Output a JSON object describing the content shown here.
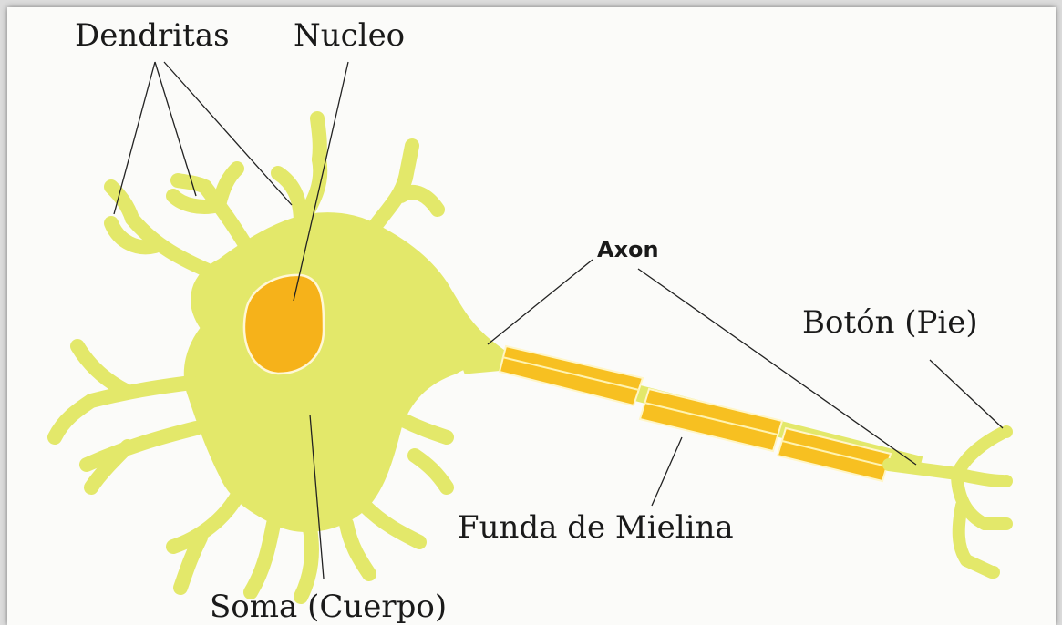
{
  "labels": {
    "dendrites": "Dendritas",
    "nucleus": "Nucleo",
    "axon": "Axon",
    "terminal": "Botón (Pie)",
    "myelin": "Funda de Mielina",
    "soma": "Soma (Cuerpo)"
  },
  "colors": {
    "cell_body": "#e3e86a",
    "nucleus": "#f6b21a",
    "myelin": "#f7c021",
    "background": "#fbfbf9"
  }
}
